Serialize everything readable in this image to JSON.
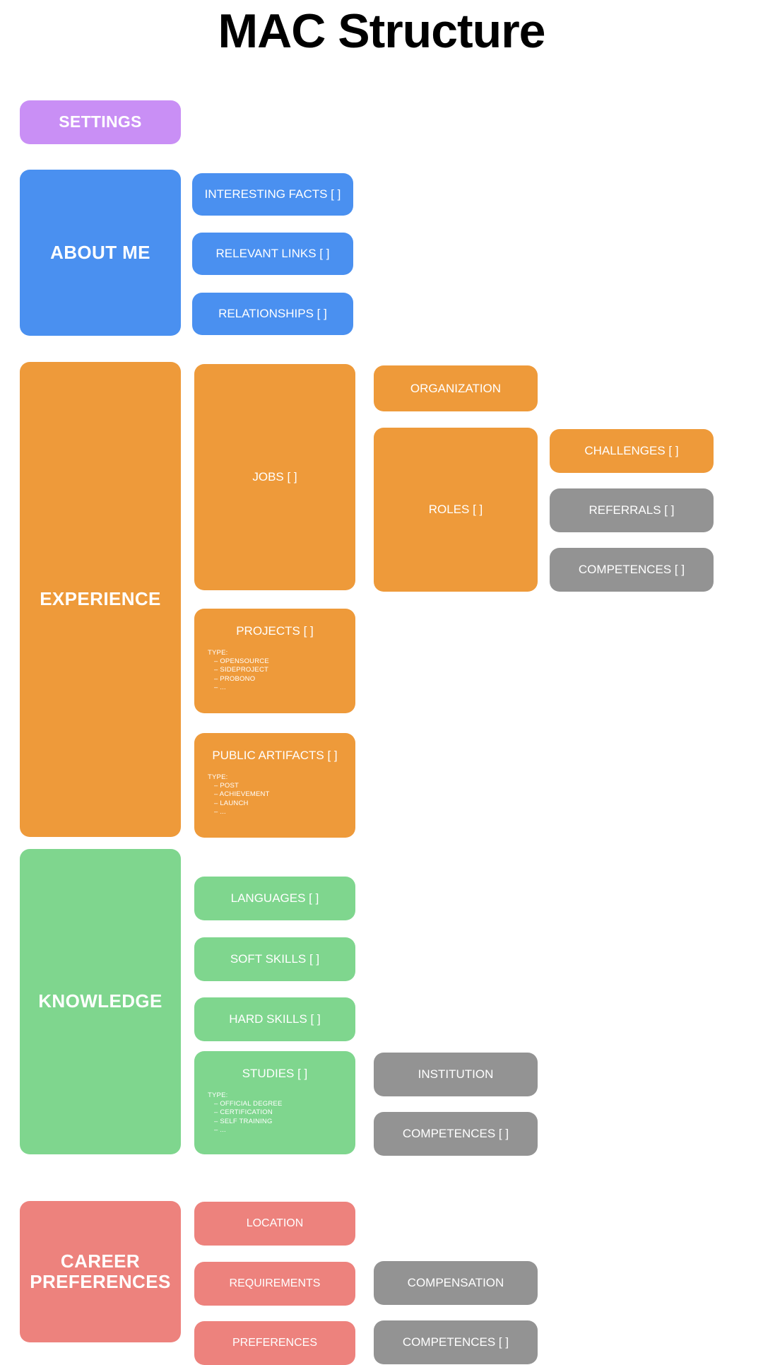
{
  "page": {
    "title": "MAC Structure"
  },
  "colors": {
    "purple": "#c98ff5",
    "blue": "#4a90f0",
    "orange": "#ee9a3a",
    "green": "#7fd68e",
    "red": "#ed827d",
    "gray": "#939393",
    "background": "#ffffff",
    "text_on_node": "#ffffff",
    "title_text": "#000000"
  },
  "sections": {
    "settings": {
      "label": "SETTINGS"
    },
    "about_me": {
      "label": "ABOUT ME",
      "children": [
        {
          "label": "INTERESTING FACTS [ ]"
        },
        {
          "label": "RELEVANT LINKS [ ]"
        },
        {
          "label": "RELATIONSHIPS [ ]"
        }
      ]
    },
    "experience": {
      "label": "EXPERIENCE",
      "jobs": {
        "label": "JOBS [ ]"
      },
      "organization": {
        "label": "ORGANIZATION"
      },
      "roles": {
        "label": "ROLES [ ]"
      },
      "challenges": {
        "label": "CHALLENGES [ ]"
      },
      "referrals": {
        "label": "REFERRALS [ ]"
      },
      "competences": {
        "label": "COMPETENCES [ ]"
      },
      "projects": {
        "label": "PROJECTS [ ]",
        "type_heading": "TYPE:",
        "types": [
          "–  OPENSOURCE",
          "–  SIDEPROJECT",
          "–  PROBONO",
          "–  ..."
        ]
      },
      "public_artifacts": {
        "label": "PUBLIC ARTIFACTS [ ]",
        "type_heading": "TYPE:",
        "types": [
          "–  POST",
          "–  ACHIEVEMENT",
          "–  LAUNCH",
          "–  ..."
        ]
      }
    },
    "knowledge": {
      "label": "KNOWLEDGE",
      "languages": {
        "label": "LANGUAGES [ ]"
      },
      "soft_skills": {
        "label": "SOFT SKILLS [ ]"
      },
      "hard_skills": {
        "label": "HARD SKILLS [ ]"
      },
      "studies": {
        "label": "STUDIES [ ]",
        "type_heading": "TYPE:",
        "types": [
          "–  OFFICIAL DEGREE",
          "–  CERTIFICATION",
          "–  SELF TRAINING",
          "–  ..."
        ]
      },
      "institution": {
        "label": "INSTITUTION"
      },
      "competences": {
        "label": "COMPETENCES [ ]"
      }
    },
    "career_preferences": {
      "label": "CAREER\nPREFERENCES",
      "label_line1": "CAREER",
      "label_line2": "PREFERENCES",
      "location": {
        "label": "LOCATION"
      },
      "requirements": {
        "label": "REQUIREMENTS"
      },
      "preferences": {
        "label": "PREFERENCES"
      },
      "compensation": {
        "label": "COMPENSATION"
      },
      "competences": {
        "label": "COMPETENCES [ ]"
      }
    }
  }
}
